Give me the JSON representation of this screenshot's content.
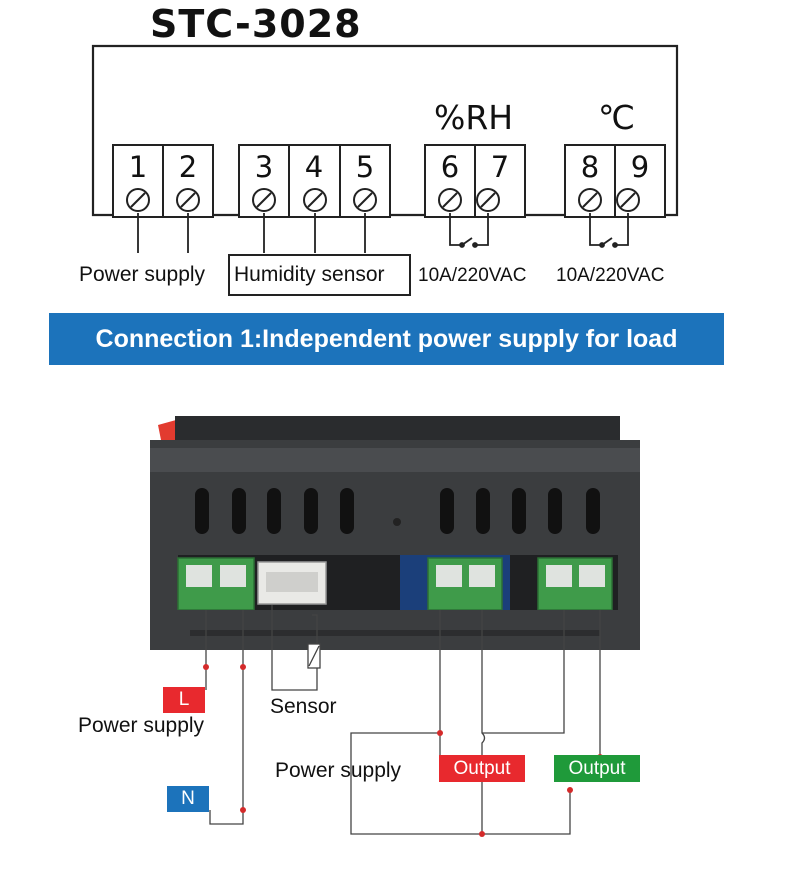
{
  "schematic": {
    "model": "STC-3028",
    "terminals": [
      "1",
      "2",
      "3",
      "4",
      "5",
      "6",
      "7",
      "8",
      "9"
    ],
    "humidity_unit": "%RH",
    "temperature_unit": "℃",
    "power_supply_label": "Power supply",
    "humidity_sensor_label": "Humidity sensor",
    "relay1_rating": "10A/220VAC",
    "relay2_rating": "10A/220VAC"
  },
  "banner": {
    "text": "Connection 1:Independent power supply for load",
    "color": "#1c73bb"
  },
  "wiring": {
    "live_tag": "L",
    "neutral_tag": "N",
    "power_supply_label": "Power supply",
    "sensor_label": "Sensor",
    "load_power_supply_label": "Power supply",
    "output1_tag": "Output",
    "output2_tag": "Output",
    "colors": {
      "live": "#e8292e",
      "neutral": "#1c73bb",
      "output1": "#e8292e",
      "output2": "#1f9a3a",
      "wire_dot": "#d42a2a",
      "housing": "#3b3d3f",
      "terminal_block": "#3f9b4a",
      "clip": "#e23b2f"
    }
  }
}
